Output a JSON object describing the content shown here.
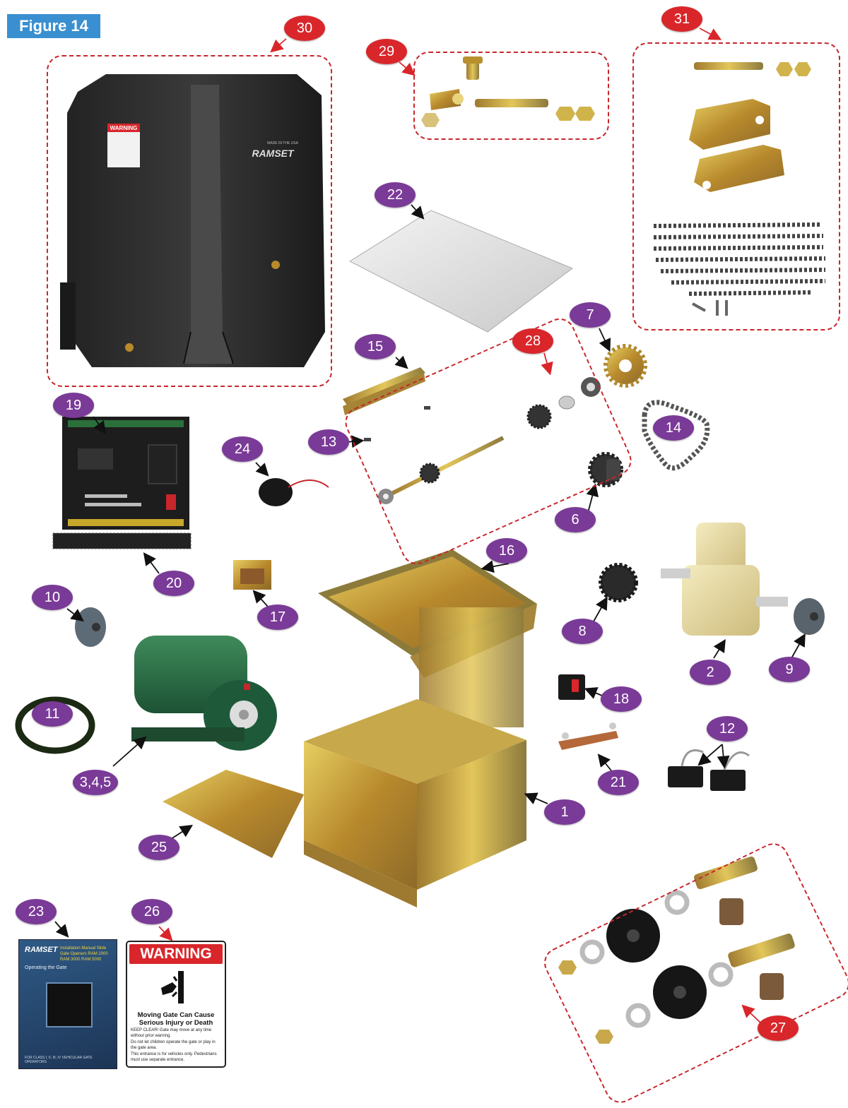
{
  "figure_title": "Figure 14",
  "callouts": {
    "c1": "1",
    "c2": "2",
    "c345": "3,4,5",
    "c6": "6",
    "c7": "7",
    "c8": "8",
    "c9": "9",
    "c10": "10",
    "c11": "11",
    "c12": "12",
    "c13": "13",
    "c14": "14",
    "c15": "15",
    "c16": "16",
    "c17": "17",
    "c18": "18",
    "c19": "19",
    "c20": "20",
    "c21": "21",
    "c22": "22",
    "c23": "23",
    "c24": "24",
    "c25": "25",
    "c26": "26",
    "c27": "27",
    "c28": "28",
    "c29": "29",
    "c30": "30",
    "c31": "31"
  },
  "cover_label": {
    "warning": "WARNING",
    "brand": "RAMSET",
    "made_in": "MADE IN THE USA"
  },
  "manual": {
    "brand": "RAMSET",
    "title": "Installation Manual Slide Gate Openers RAM 2000 RAM 3000 RAM 5000",
    "subtitle": "Operating the Gate",
    "footer": "FOR CLASS I, II, III, IV VEHICULAR GATE OPERATORS"
  },
  "warning_label": {
    "header": "WARNING",
    "main": "Moving Gate Can Cause Serious Injury or Death",
    "line1": "KEEP CLEAR! Gate may move at any time without prior warning.",
    "line2": "Do not let children operate the gate or play in the gate area.",
    "line3": "This entrance is for vehicles only. Pedestrians must use separate entrance."
  },
  "colors": {
    "callout_purple": "#7a3a97",
    "callout_red": "#d9262b",
    "title_blue": "#3a8fd0",
    "zinc_gold": "#c9a63a"
  }
}
